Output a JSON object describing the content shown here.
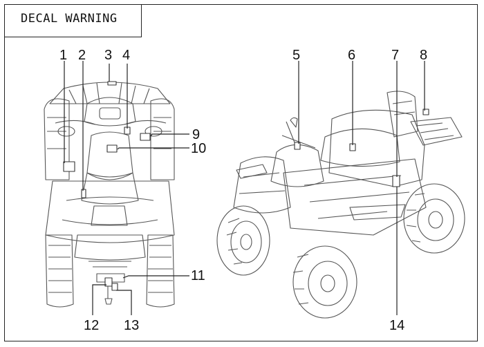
{
  "title": "DECAL WARNING",
  "callouts": {
    "n1": "1",
    "n2": "2",
    "n3": "3",
    "n4": "4",
    "n5": "5",
    "n6": "6",
    "n7": "7",
    "n8": "8",
    "n9": "9",
    "n10": "10",
    "n11": "11",
    "n12": "12",
    "n13": "13",
    "n14": "14"
  },
  "colors": {
    "line": "#222222",
    "sketch": "#555555",
    "light": "#999999"
  }
}
